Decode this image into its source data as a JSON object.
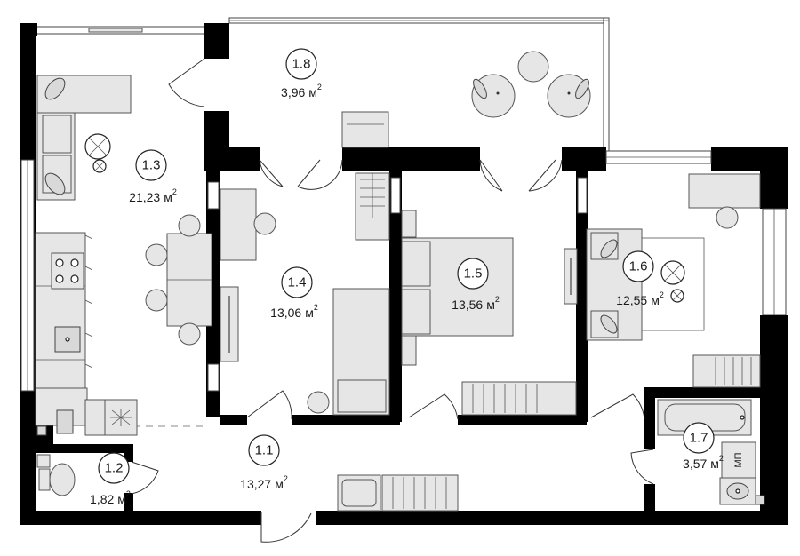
{
  "rooms": [
    {
      "id": "room-1-1",
      "number": "1.1",
      "area": "13,27",
      "unit": "м",
      "exp": "2"
    },
    {
      "id": "room-1-2",
      "number": "1.2",
      "area": "1,82",
      "unit": "м",
      "exp": "2"
    },
    {
      "id": "room-1-3",
      "number": "1.3",
      "area": "21,23",
      "unit": "м",
      "exp": "2"
    },
    {
      "id": "room-1-4",
      "number": "1.4",
      "area": "13,06",
      "unit": "м",
      "exp": "2"
    },
    {
      "id": "room-1-5",
      "number": "1.5",
      "area": "13,56",
      "unit": "м",
      "exp": "2"
    },
    {
      "id": "room-1-6",
      "number": "1.6",
      "area": "12,55",
      "unit": "м",
      "exp": "2"
    },
    {
      "id": "room-1-7",
      "number": "1.7",
      "area": "3,57",
      "unit": "м",
      "exp": "2"
    },
    {
      "id": "room-1-8",
      "number": "1.8",
      "area": "3,96",
      "unit": "м",
      "exp": "2"
    }
  ],
  "appliances": {
    "washer_label": "МП"
  },
  "colors": {
    "wall": "#000000",
    "furniture": "#d9d9d9",
    "background": "#ffffff"
  }
}
